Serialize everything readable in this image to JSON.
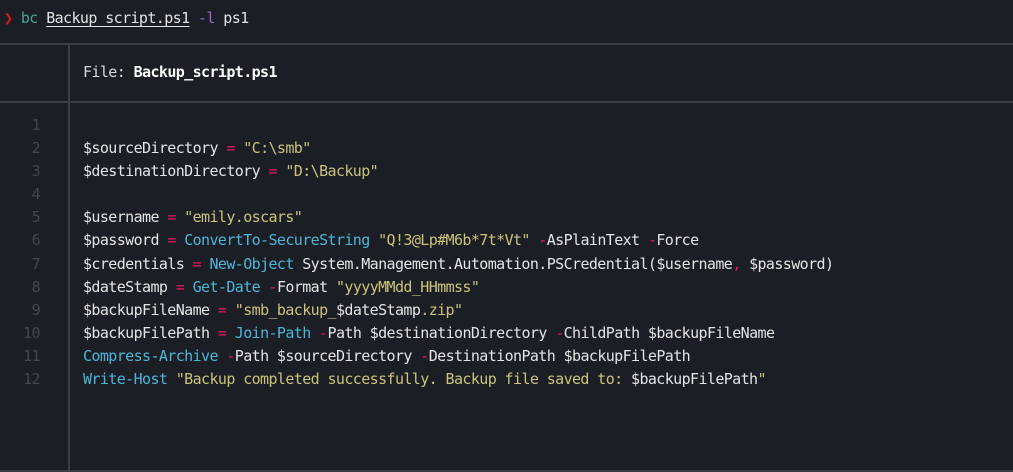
{
  "prompt": {
    "chevron": "❯",
    "command": "bc",
    "file_arg": "Backup_script.ps1",
    "flag": "-l",
    "flag_value": "ps1"
  },
  "file_header": {
    "label": "File: ",
    "filename": "Backup_script.ps1"
  },
  "colors": {
    "background": "#1b1e25",
    "default_text": "#e4e4e4",
    "operator": "#e8195a",
    "cmdlet": "#4cb6d8",
    "string": "#cbc379",
    "line_number": "#45474c",
    "border": "#3b3d42",
    "prompt_chevron": "#e5161b",
    "prompt_command": "#46a38f",
    "prompt_flag": "#a366c5"
  },
  "code": {
    "line_numbers": [
      "1",
      "2",
      "3",
      "4",
      "5",
      "6",
      "7",
      "8",
      "9",
      "10",
      "11",
      "12"
    ],
    "lines": [
      [],
      [
        {
          "t": "v",
          "s": "$sourceDirectory "
        },
        {
          "t": "op",
          "s": "="
        },
        {
          "t": "v",
          "s": " "
        },
        {
          "t": "str",
          "s": "\"C:\\smb\""
        }
      ],
      [
        {
          "t": "v",
          "s": "$destinationDirectory "
        },
        {
          "t": "op",
          "s": "="
        },
        {
          "t": "v",
          "s": " "
        },
        {
          "t": "str",
          "s": "\"D:\\Backup\""
        }
      ],
      [],
      [
        {
          "t": "v",
          "s": "$username "
        },
        {
          "t": "op",
          "s": "="
        },
        {
          "t": "v",
          "s": " "
        },
        {
          "t": "str",
          "s": "\"emily.oscars\""
        }
      ],
      [
        {
          "t": "v",
          "s": "$password "
        },
        {
          "t": "op",
          "s": "="
        },
        {
          "t": "v",
          "s": " "
        },
        {
          "t": "fn",
          "s": "ConvertTo-SecureString"
        },
        {
          "t": "v",
          "s": " "
        },
        {
          "t": "str",
          "s": "\"Q!3@Lp#M6b*7t*Vt\""
        },
        {
          "t": "v",
          "s": " "
        },
        {
          "t": "op",
          "s": "-"
        },
        {
          "t": "v",
          "s": "AsPlainText "
        },
        {
          "t": "op",
          "s": "-"
        },
        {
          "t": "v",
          "s": "Force"
        }
      ],
      [
        {
          "t": "v",
          "s": "$credentials "
        },
        {
          "t": "op",
          "s": "="
        },
        {
          "t": "v",
          "s": " "
        },
        {
          "t": "fn",
          "s": "New-Object"
        },
        {
          "t": "v",
          "s": " System.Management.Automation.PSCredential($username"
        },
        {
          "t": "op",
          "s": ","
        },
        {
          "t": "v",
          "s": " $password)"
        }
      ],
      [
        {
          "t": "v",
          "s": "$dateStamp "
        },
        {
          "t": "op",
          "s": "="
        },
        {
          "t": "v",
          "s": " "
        },
        {
          "t": "fn",
          "s": "Get-Date"
        },
        {
          "t": "v",
          "s": " "
        },
        {
          "t": "op",
          "s": "-"
        },
        {
          "t": "v",
          "s": "Format "
        },
        {
          "t": "str",
          "s": "\"yyyyMMdd_HHmmss\""
        }
      ],
      [
        {
          "t": "v",
          "s": "$backupFileName "
        },
        {
          "t": "op",
          "s": "="
        },
        {
          "t": "v",
          "s": " "
        },
        {
          "t": "str",
          "s": "\"smb_backup_"
        },
        {
          "t": "v",
          "s": "$dateStamp"
        },
        {
          "t": "str",
          "s": ".zip\""
        }
      ],
      [
        {
          "t": "v",
          "s": "$backupFilePath "
        },
        {
          "t": "op",
          "s": "="
        },
        {
          "t": "v",
          "s": " "
        },
        {
          "t": "fn",
          "s": "Join-Path"
        },
        {
          "t": "v",
          "s": " "
        },
        {
          "t": "op",
          "s": "-"
        },
        {
          "t": "v",
          "s": "Path $destinationDirectory "
        },
        {
          "t": "op",
          "s": "-"
        },
        {
          "t": "v",
          "s": "ChildPath $backupFileName"
        }
      ],
      [
        {
          "t": "fn",
          "s": "Compress-Archive"
        },
        {
          "t": "v",
          "s": " "
        },
        {
          "t": "op",
          "s": "-"
        },
        {
          "t": "v",
          "s": "Path $sourceDirectory "
        },
        {
          "t": "op",
          "s": "-"
        },
        {
          "t": "v",
          "s": "DestinationPath $backupFilePath"
        }
      ],
      [
        {
          "t": "fn",
          "s": "Write-Host"
        },
        {
          "t": "v",
          "s": " "
        },
        {
          "t": "str",
          "s": "\"Backup completed successfully. Backup file saved to: "
        },
        {
          "t": "v",
          "s": "$backupFilePath"
        },
        {
          "t": "str",
          "s": "\""
        }
      ]
    ]
  }
}
